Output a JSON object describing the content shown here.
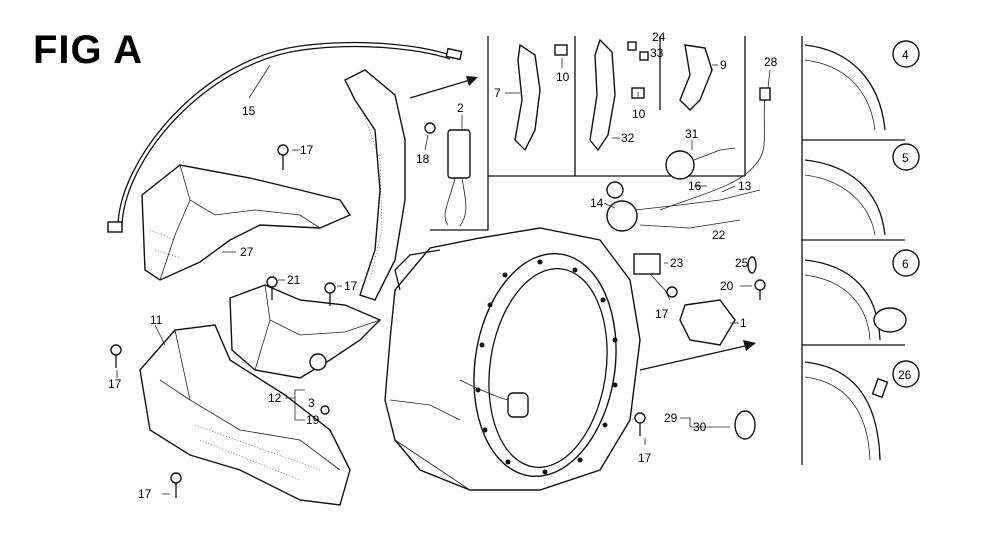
{
  "title": "FIG A",
  "callouts": {
    "c15": "15",
    "c17a": "17",
    "c27": "27",
    "c11": "11",
    "c17b": "17",
    "c17c": "17",
    "c21": "21",
    "c17d": "17",
    "c12": "12",
    "c3": "3",
    "c19": "19",
    "c18": "18",
    "c2": "2",
    "c7": "7",
    "c10a": "10",
    "c24": "24",
    "c33": "33",
    "c10b": "10",
    "c32": "32",
    "c9": "9",
    "c28": "28",
    "c31": "31",
    "c16": "16",
    "c13": "13",
    "c14": "14",
    "c22": "22",
    "c23": "23",
    "c25": "25",
    "c17e": "17",
    "c20": "20",
    "c1": "1",
    "c29": "29",
    "c30": "30",
    "c17f": "17"
  },
  "variants": {
    "v4": "4",
    "v5": "5",
    "v6": "6",
    "v26": "26"
  }
}
